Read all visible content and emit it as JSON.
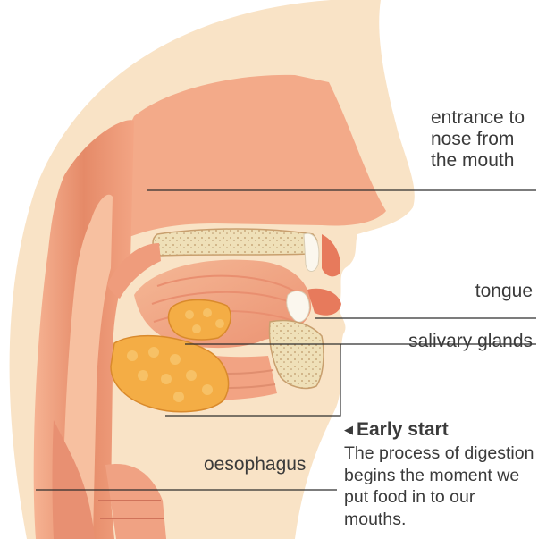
{
  "labels": {
    "nose": "entrance to\nnose from\nthe mouth",
    "tongue": "tongue",
    "salivary_glands": "salivary glands",
    "oesophagus": "oesophagus"
  },
  "caption": {
    "arrow_icon": "left-triangle-icon",
    "title": "Early start",
    "body": "The process of digestion begins the moment we put food in to our mouths."
  },
  "colors": {
    "skin": "#f9e3c6",
    "flesh": "#f2a584",
    "flesh_dark": "#e07d5c",
    "flesh_light": "#f6c2a4",
    "bone": "#efe0b8",
    "gland": "#f5b24a",
    "line": "#2e2e2e"
  }
}
